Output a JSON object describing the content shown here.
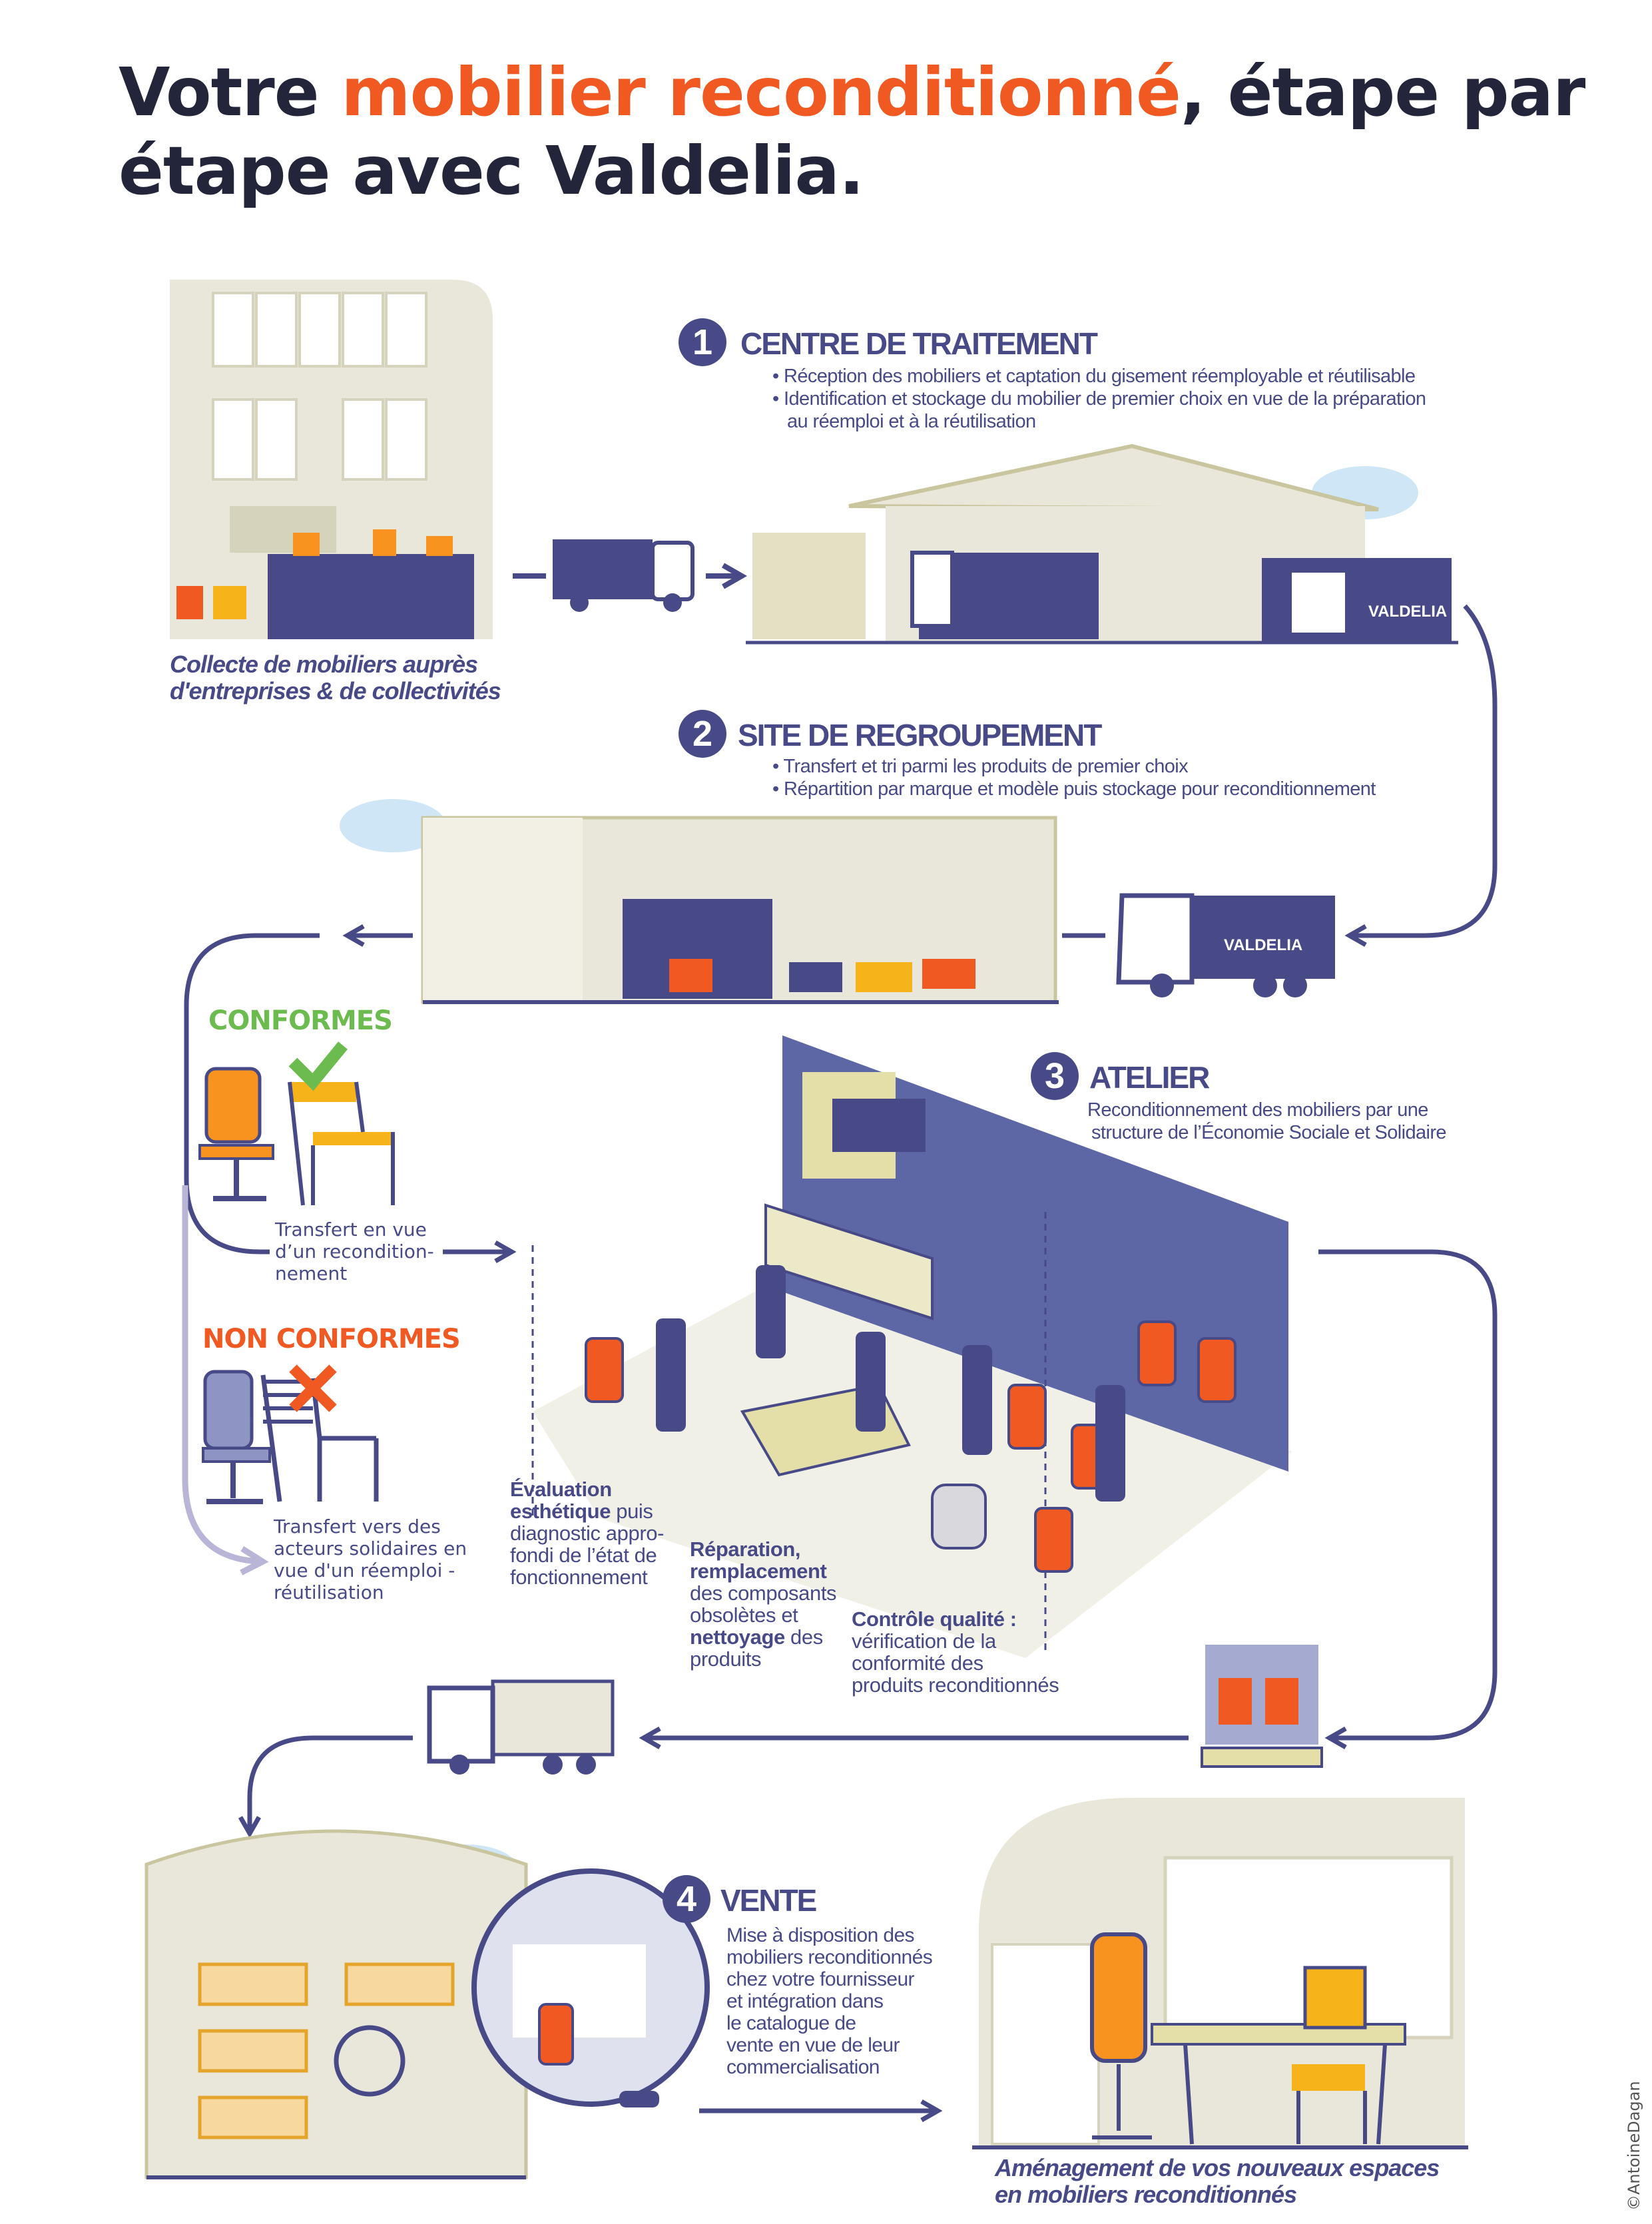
{
  "title": {
    "part1": "Votre ",
    "highlight": "mobilier reconditionné",
    "part2": ", étape par",
    "line2": "étape avec Valdelia."
  },
  "collect": {
    "caption_line1": "Collecte de mobiliers auprès",
    "caption_line2": "d'entreprises & de collectivités"
  },
  "step1": {
    "number": "1",
    "title": "CENTRE DE TRAITEMENT",
    "bullets": [
      "• Réception des mobiliers et captation du gisement réemployable et réutilisable",
      "• Identification et stockage du mobilier de premier choix en vue de la préparation",
      "au réemploi et à la réutilisation"
    ],
    "container_label": "VALDELIA"
  },
  "step2": {
    "number": "2",
    "title": "SITE DE REGROUPEMENT",
    "bullets": [
      "• Transfert et tri parmi les produits de premier choix",
      "• Répartition par marque et modèle puis stockage pour reconditionnement"
    ],
    "truck_label": "VALDELIA"
  },
  "sorting": {
    "conformes": {
      "label": "CONFORMES",
      "text": [
        "Transfert en vue",
        "d’un recondition-",
        "nement"
      ]
    },
    "non_conformes": {
      "label": "NON CONFORMES",
      "text": [
        "Transfert vers des",
        "acteurs solidaires en",
        "vue d'un réemploi -",
        "réutilisation"
      ]
    }
  },
  "step3": {
    "number": "3",
    "title": "ATELIER",
    "text": [
      "Reconditionnement des mobiliers par une",
      "structure de l’Économie Sociale et Solidaire"
    ],
    "notes": {
      "evaluation": {
        "bold1": "Évaluation",
        "bold2": "esthétique",
        "rest1": " puis",
        "rest2": "diagnostic appro-",
        "rest3": "fondi de l’état de",
        "rest4": "fonctionnement"
      },
      "reparation": {
        "bold1": "Réparation,",
        "bold2": "remplacement",
        "rest1": "des composants",
        "rest2": "obsolètes et",
        "bold3": "nettoyage",
        "rest3": " des",
        "rest4": "produits"
      },
      "controle": {
        "bold1": "Contrôle qualité :",
        "rest1": "vérification de la",
        "rest2": "conformité des",
        "rest3": "produits reconditionnés"
      }
    }
  },
  "step4": {
    "number": "4",
    "title": "VENTE",
    "text": [
      "Mise à disposition des",
      "mobiliers reconditionnés",
      "chez votre fournisseur",
      "et intégration dans",
      "le catalogue de",
      "vente en vue de leur",
      "commercialisation"
    ]
  },
  "final": {
    "caption_line1": "Aménagement de vos nouveaux espaces",
    "caption_line2": "en mobiliers reconditionnés"
  },
  "credit": "©AntoineDagan",
  "colors": {
    "navy": "#474a87",
    "orange": "#f05a22",
    "green": "#6cbb4f",
    "lavender": "#b8b5d6",
    "beige": "#e9e7d9",
    "title": "#23253a"
  }
}
